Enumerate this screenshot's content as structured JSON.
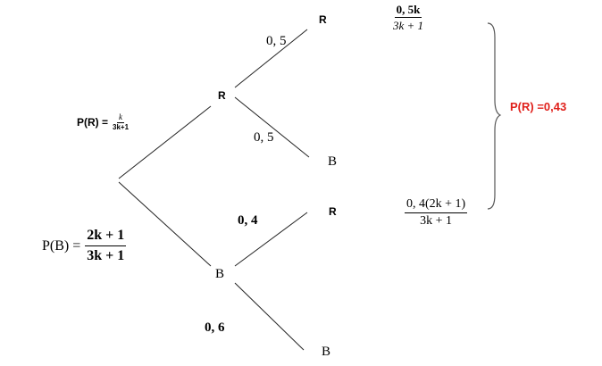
{
  "tree": {
    "root_node": "",
    "level1": {
      "node_R": "R",
      "node_B": "B",
      "prob_R_prefix": "P(R) =",
      "prob_R_num": "k",
      "prob_R_den": "3k+1",
      "prob_B_prefix": "P(B) =",
      "prob_B_num": "2k + 1",
      "prob_B_den": "3k + 1"
    },
    "level2": {
      "RR": "R",
      "RB": "B",
      "BR": "R",
      "BB": "B",
      "prob_RR": "0, 5",
      "prob_RB": "0, 5",
      "prob_BR": "0, 4",
      "prob_BB": "0, 6"
    }
  },
  "results": {
    "RR_num": "0, 5k",
    "RR_den": "3k + 1",
    "BR_num": "0, 4(2k + 1)",
    "BR_den": "3k + 1",
    "total_label": "P(R) =0,43",
    "total_color": "#e0201b"
  }
}
